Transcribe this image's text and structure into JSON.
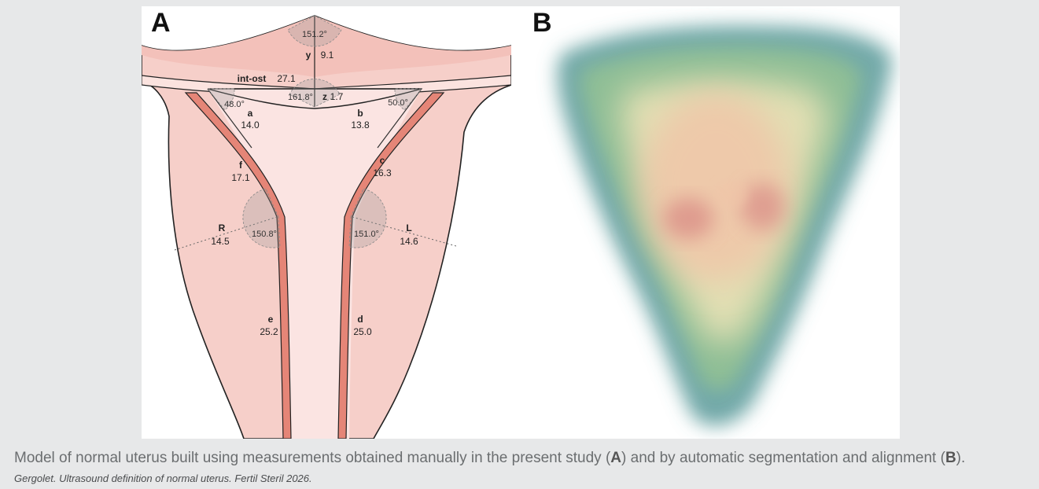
{
  "panels": {
    "a_letter": "A",
    "b_letter": "B"
  },
  "model": {
    "angles": {
      "top": "151.2°",
      "fundus": "161.8°",
      "left_cornu": "48.0°",
      "right_cornu": "50.0°",
      "right_wall": "150.8°",
      "left_wall": "151.0°"
    },
    "measures": {
      "y": {
        "label": "y",
        "value": "9.1"
      },
      "int_ost": {
        "label": "int-ost",
        "value": "27.1"
      },
      "z": {
        "label": "z",
        "value": "1.7"
      },
      "a": {
        "label": "a",
        "value": "14.0"
      },
      "b": {
        "label": "b",
        "value": "13.8"
      },
      "f": {
        "label": "f",
        "value": "17.1"
      },
      "c": {
        "label": "c",
        "value": "16.3"
      },
      "R": {
        "label": "R",
        "value": "14.5"
      },
      "L": {
        "label": "L",
        "value": "14.6"
      },
      "e": {
        "label": "e",
        "value": "25.2"
      },
      "d": {
        "label": "d",
        "value": "25.0"
      }
    }
  },
  "heatmap_colors": {
    "outer": "#5a9a9a",
    "mid": "#8fbf95",
    "light": "#e6e0b4",
    "warm": "#f0c5a8",
    "hot": "#d98c86"
  },
  "caption": {
    "text_1": "Model of normal uterus built using measurements obtained manually in the present study (",
    "bold_1": "A",
    "text_2": ") and by automatic segmentation and alignment (",
    "bold_2": "B",
    "text_3": ").",
    "citation": "Gergolet. Ultrasound definition of normal uterus. Fertil Steril 2026."
  }
}
